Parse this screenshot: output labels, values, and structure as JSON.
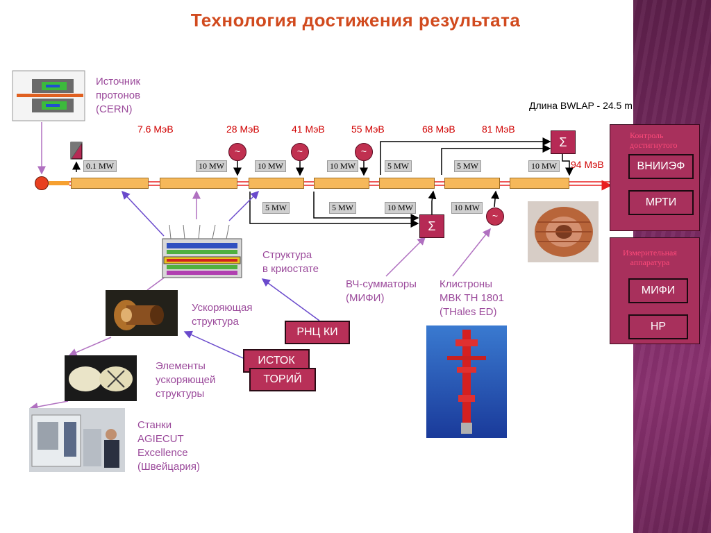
{
  "title": "Технология достижения результата",
  "length_label": "Длина BWLAP - 24.5 m",
  "source_label": "Источник\nпротонов\n(CERN)",
  "energies": [
    "7.6 МэВ",
    "28 МэВ",
    "41 МэВ",
    "55 МэВ",
    "68 МэВ",
    "81 МэВ",
    "94 МэВ"
  ],
  "top_power": [
    "0.1 MW",
    "10 MW",
    "10 MW",
    "10 MW",
    "5 MW",
    "5 MW",
    "10 MW"
  ],
  "bottom_power": [
    "5 MW",
    "5 MW",
    "10 MW",
    "10 MW"
  ],
  "symbols": {
    "generator": "~",
    "summator": "Σ"
  },
  "captions": {
    "cryostat": "Структура\nв криостате",
    "accel": "Ускоряющая\nструктура",
    "elements": "Элементы\nускоряющей\nструктуры",
    "machines": "Станки\nAGIECUT\nExcellence\n(Швейцария)",
    "hf_summators": "ВЧ-сумматоры\n(МИФИ)",
    "klystrons": "Клистроны\nМВК TH 1801\n(THales ED)"
  },
  "orgs": {
    "rnc": "РНЦ КИ",
    "istok": "ИСТОК",
    "toriy": "ТОРИЙ"
  },
  "panel_control": {
    "title": "Контроль\nдостигнутого",
    "items": [
      "ВНИИЭФ",
      "МРТИ"
    ]
  },
  "panel_measure": {
    "title": "Измерительная\nаппаратура",
    "items": [
      "МИФИ",
      "HP"
    ]
  },
  "colors": {
    "title": "#d14a1e",
    "caption": "#9b4a9b",
    "energy": "#d00000",
    "box": "#b62a55",
    "beam": "#e82020",
    "arrow": "#6a4acc"
  }
}
